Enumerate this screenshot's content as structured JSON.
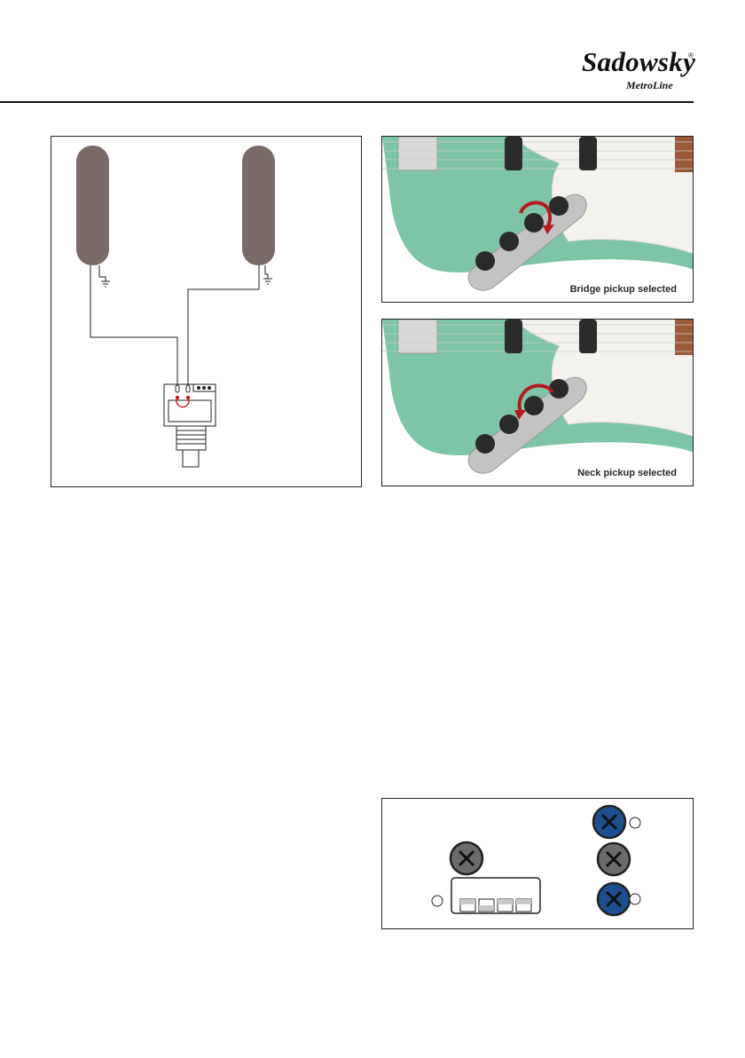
{
  "brand": {
    "name": "Sadowsky",
    "registered_mark": "®",
    "product_line": "MetroLine"
  },
  "photos": {
    "bridge_caption": "Bridge pickup selected",
    "neck_caption": "Neck pickup selected"
  },
  "colors": {
    "pickup": "#7a6a68",
    "body_green": "#7ec4a6",
    "pickguard": "#f3f2ec",
    "control_plate": "#c3c3c3",
    "arrow_red": "#b51a1f",
    "knob_blue": "#1d4f8f",
    "knob_gray": "#6b6b6b",
    "frame": "#222222"
  }
}
